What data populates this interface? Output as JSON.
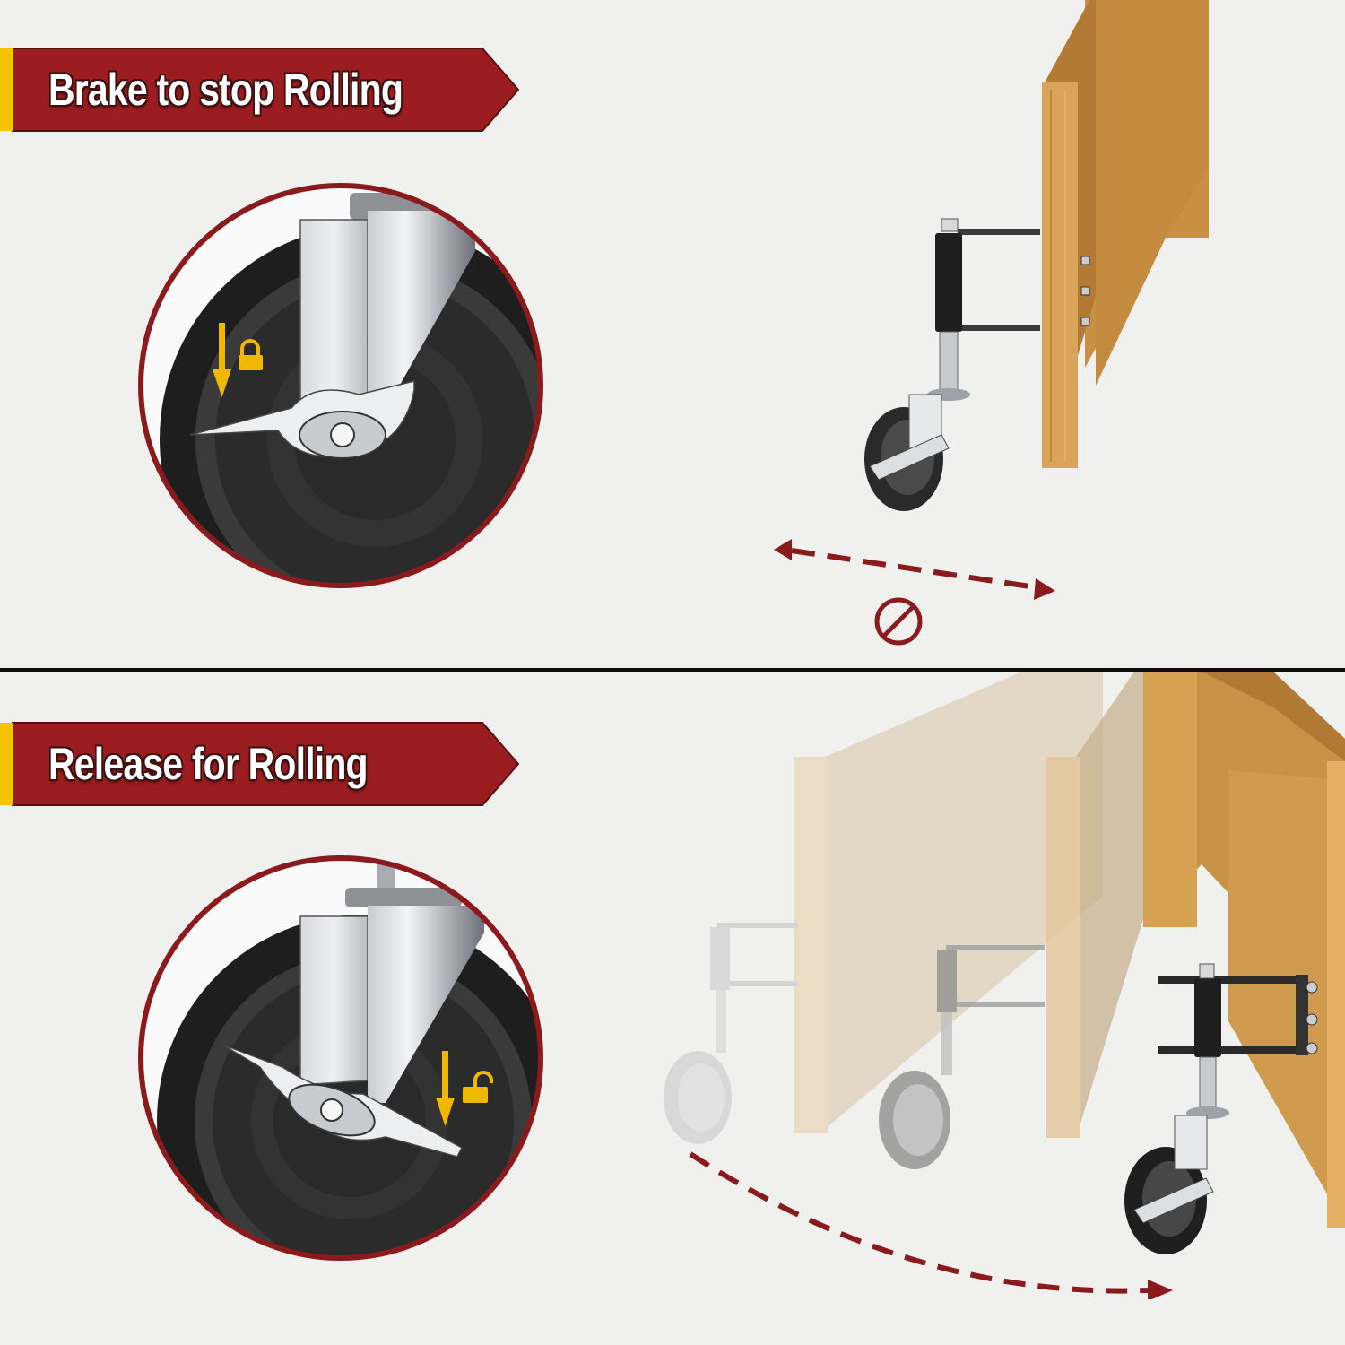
{
  "colors": {
    "banner_red": "#9b1d20",
    "banner_accent_yellow": "#f5c400",
    "circle_outline": "#8a1a1c",
    "arrow_red": "#8a1a1c",
    "lock_yellow": "#f0b800",
    "wood": "#d9a35a",
    "background": "#f0f0ef",
    "divider": "#0d0d0d"
  },
  "top_panel": {
    "banner_label": "Brake to stop Rolling",
    "lock_state_icon": "lock-closed-icon",
    "press_direction_icon": "arrow-down-icon",
    "motion_indicator": "double-headed-dashed-arrow",
    "prohibited_icon": "no-entry-icon",
    "caption_semantic": "Wheel locked - no rolling"
  },
  "bottom_panel": {
    "banner_label": "Release for Rolling",
    "lock_state_icon": "lock-open-icon",
    "press_direction_icon": "arrow-down-icon",
    "motion_indicator": "curved-dashed-arrow-right",
    "ghost_positions": 3
  }
}
